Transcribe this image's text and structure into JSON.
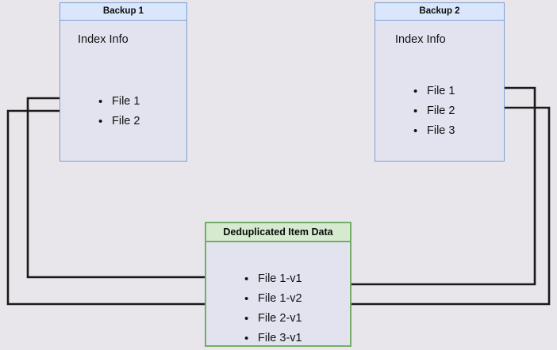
{
  "diagram": {
    "title": "Backup deduplication diagram",
    "background_color": "#e8e6ea",
    "colors": {
      "backup_border": "#7a9fd4",
      "backup_header_fill": "#d9e6fb",
      "backup_body_fill": "#e3e3f0",
      "dedup_border": "#74ad68",
      "dedup_header_fill": "#d6ead0",
      "connector": "#1a1a1a"
    }
  },
  "backup1": {
    "header": "Backup 1",
    "index_label": "Index Info",
    "files": [
      {
        "label": "File 1"
      },
      {
        "label": "File 2"
      }
    ]
  },
  "backup2": {
    "header": "Backup 2",
    "index_label": "Index Info",
    "files": [
      {
        "label": "File 1"
      },
      {
        "label": "File 2"
      },
      {
        "label": "File 3"
      }
    ]
  },
  "dedup": {
    "header": "Deduplicated Item Data",
    "items": [
      {
        "label": "File 1-v1"
      },
      {
        "label": "File 1-v2"
      },
      {
        "label": "File 2-v1"
      },
      {
        "label": "File 3-v1"
      }
    ]
  },
  "connectors": [
    {
      "name": "backup1-file1-to-file1v1",
      "from": "Backup 1 / File 1",
      "to": "Deduplicated Item Data / File 1-v1",
      "direction": "right"
    },
    {
      "name": "backup1-file2-to-file2v1",
      "from": "Backup 1 / File 2",
      "to": "Deduplicated Item Data / File 2-v1",
      "direction": "right"
    },
    {
      "name": "backup2-file1-to-file1v2",
      "from": "Backup 2 / File 1",
      "to": "Deduplicated Item Data / File 1-v2",
      "direction": "left"
    },
    {
      "name": "backup2-file2-to-file2v1",
      "from": "Backup 2 / File 2",
      "to": "Deduplicated Item Data / File 2-v1",
      "direction": "left"
    }
  ]
}
